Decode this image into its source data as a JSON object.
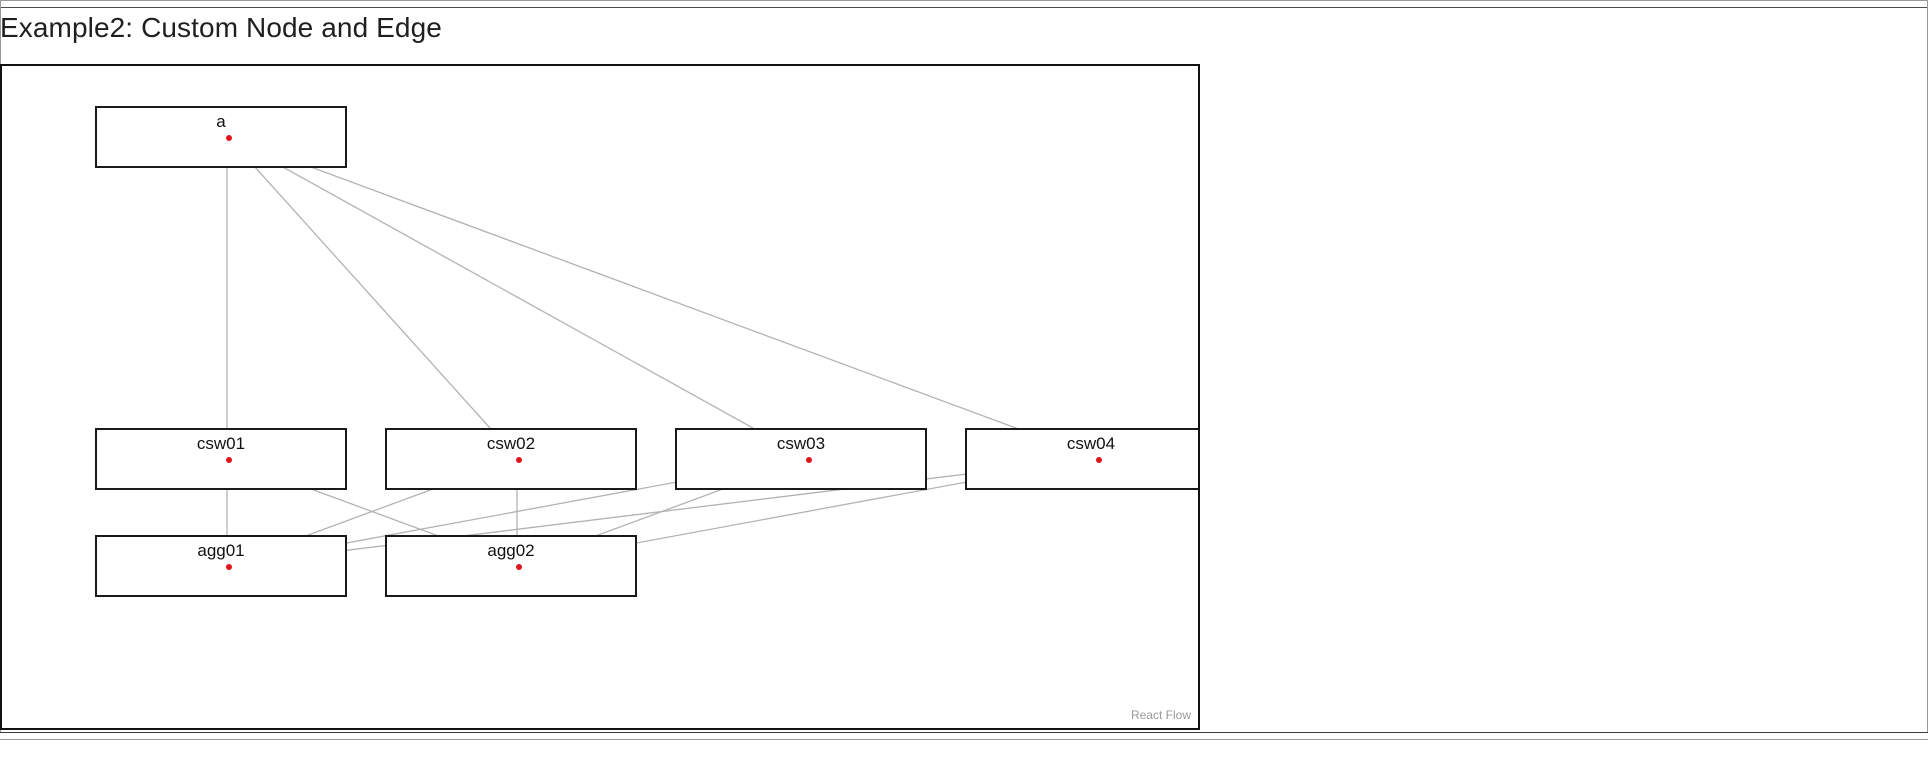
{
  "page": {
    "title": "Example2: Custom Node and Edge"
  },
  "flow": {
    "attribution": "React Flow",
    "nodes": [
      {
        "id": "a",
        "label": "a"
      },
      {
        "id": "csw01",
        "label": "csw01"
      },
      {
        "id": "csw02",
        "label": "csw02"
      },
      {
        "id": "csw03",
        "label": "csw03"
      },
      {
        "id": "csw04",
        "label": "csw04"
      },
      {
        "id": "agg01",
        "label": "agg01"
      },
      {
        "id": "agg02",
        "label": "agg02"
      }
    ],
    "edges": [
      {
        "source": "a",
        "target": "csw01"
      },
      {
        "source": "a",
        "target": "csw02"
      },
      {
        "source": "a",
        "target": "csw03"
      },
      {
        "source": "a",
        "target": "csw04"
      },
      {
        "source": "csw01",
        "target": "agg01"
      },
      {
        "source": "csw01",
        "target": "agg02"
      },
      {
        "source": "csw02",
        "target": "agg01"
      },
      {
        "source": "csw02",
        "target": "agg02"
      },
      {
        "source": "csw03",
        "target": "agg01"
      },
      {
        "source": "csw03",
        "target": "agg02"
      },
      {
        "source": "csw04",
        "target": "agg01"
      },
      {
        "source": "csw04",
        "target": "agg02"
      }
    ],
    "colors": {
      "edge": "#b3b3b3",
      "handle": "#e0141b",
      "node_border": "#1a1a1a"
    }
  }
}
